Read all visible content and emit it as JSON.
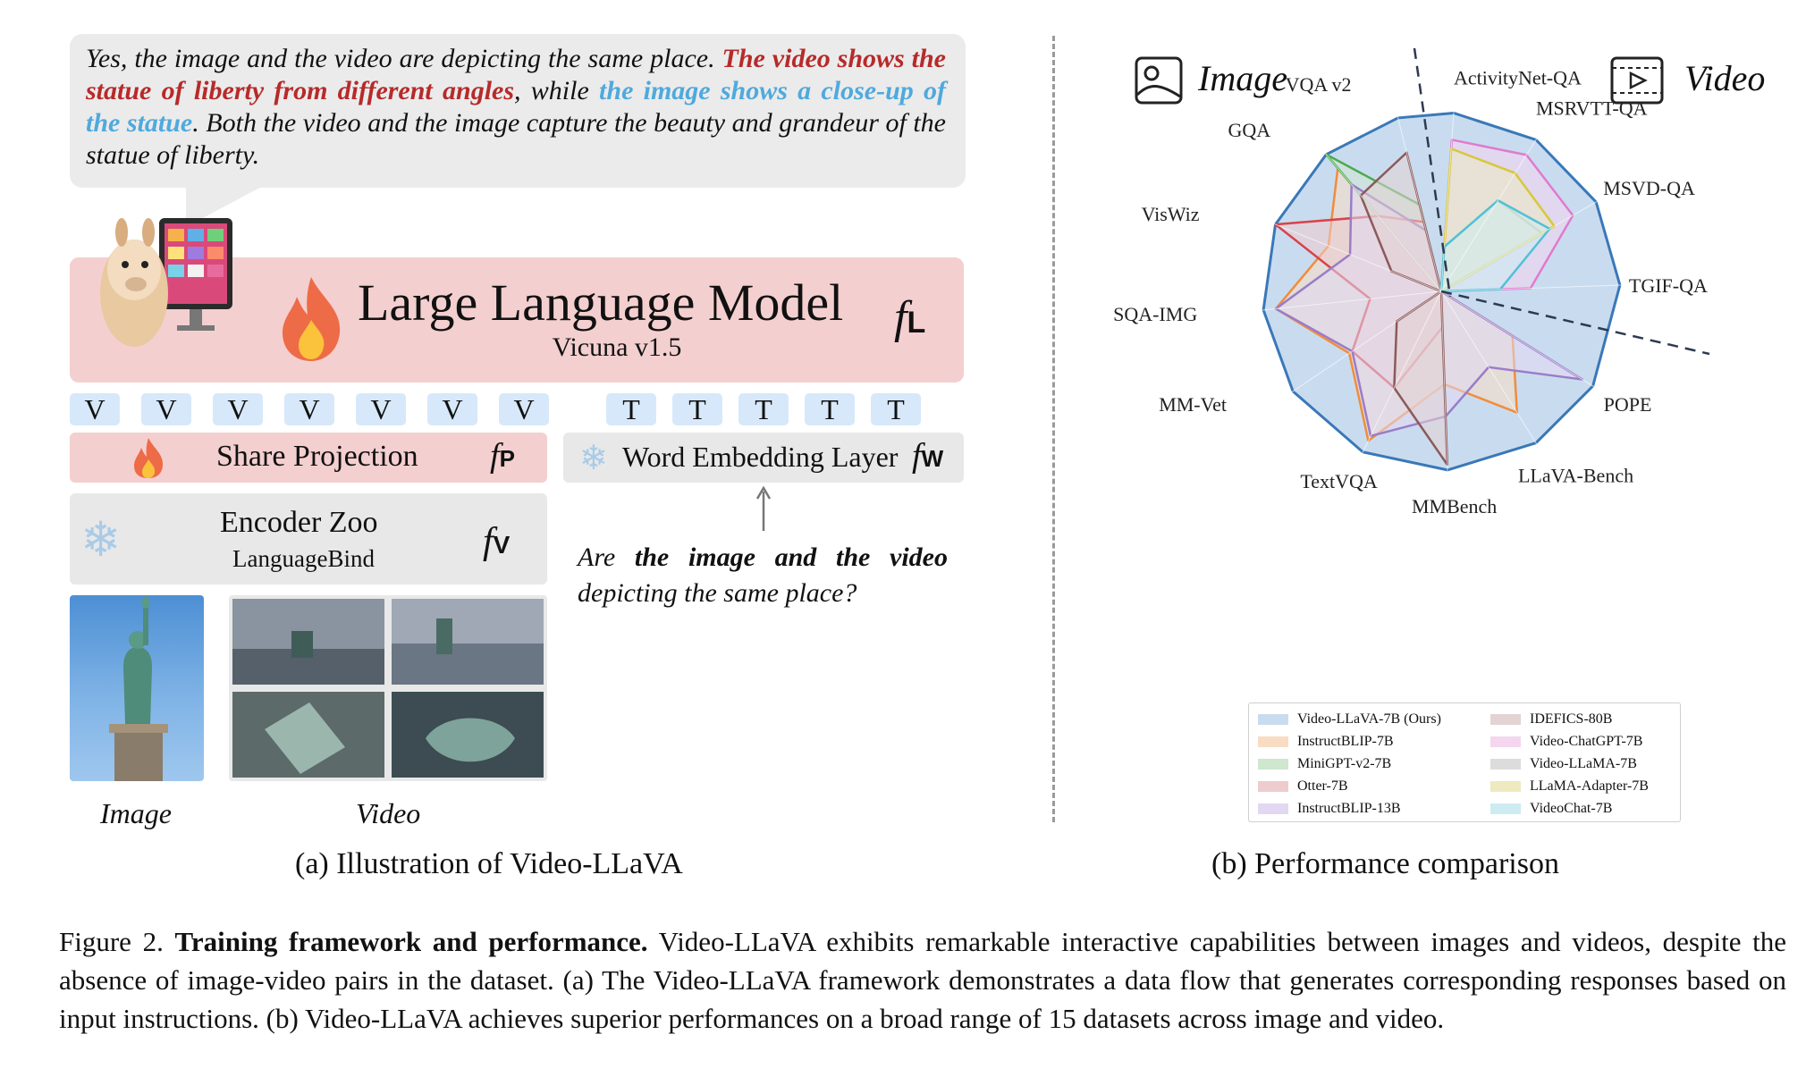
{
  "panel_a": {
    "bubble": {
      "part1": "Yes, the image and the video are depicting the same place. ",
      "part2_red": "The video shows the statue of liberty from different angles",
      "part3": ", while ",
      "part4_blue": "the image shows a close-up of the statue",
      "part5": ". Both the video and the image capture the beauty and grandeur of the statue of liberty."
    },
    "llm_title": "Large Language Model",
    "llm_subtitle": "Vicuna v1.5",
    "llm_symbol": "f",
    "llm_symbol_sub": "L",
    "v_tokens": [
      "V",
      "V",
      "V",
      "V",
      "V",
      "V",
      "V"
    ],
    "t_tokens": [
      "T",
      "T",
      "T",
      "T",
      "T"
    ],
    "share_projection": "Share Projection",
    "proj_symbol": "f",
    "proj_symbol_sub": "P",
    "word_embedding": "Word Embedding Layer",
    "wemb_symbol": "f",
    "wemb_symbol_sub": "W",
    "encoder_title": "Encoder Zoo",
    "encoder_sub": "LanguageBind",
    "enc_symbol": "f",
    "enc_symbol_sub": "V",
    "question_bold": "the image and the video",
    "question_pre": "Are ",
    "question_post": "depicting the same place?",
    "image_label": "Image",
    "video_label": "Video",
    "caption": "(a) Illustration of Video-LLaVA"
  },
  "panel_b": {
    "image_header": "Image",
    "video_header": "Video",
    "caption": "(b) Performance comparison"
  },
  "figure_caption": {
    "prefix": "Figure 2. ",
    "bold": "Training framework and performance.",
    "body": " Video-LLaVA exhibits remarkable interactive capabilities between images and videos, despite the absence of image-video pairs in the dataset. (a) The Video-LLaVA framework demonstrates a data flow that generates corresponding responses based on input instructions. (b) Video-LLaVA achieves superior performances on a broad range of 15 datasets across image and video."
  },
  "chart_data": {
    "type": "radar",
    "axes": [
      "ActivityNet-QA",
      "MSRVTT-QA",
      "MSVD-QA",
      "TGIF-QA",
      "POPE",
      "LLaVA-Bench",
      "MMBench",
      "TextVQA",
      "MM-Vet",
      "SQA-IMG",
      "VisWiz",
      "GQA",
      "VQA v2"
    ],
    "rmax": 1.0,
    "series": [
      {
        "name": "Video-LLaVA-7B (Ours)",
        "color": "#3a78b8",
        "fill": "#c9dcef",
        "values": [
          1,
          1,
          1,
          1,
          1,
          1,
          1,
          1,
          1,
          1,
          1,
          1,
          1
        ]
      },
      {
        "name": "InstructBLIP-7B",
        "color": "#f28c3a",
        "fill": "#f8dcc3",
        "values": [
          0,
          0,
          0,
          0,
          0.47,
          0.8,
          0.52,
          0.93,
          0.62,
          0.93,
          0.68,
          0.9,
          0
        ]
      },
      {
        "name": "MiniGPT-v2-7B",
        "color": "#4caa4c",
        "fill": "#cfe6cf",
        "values": [
          0,
          0,
          0,
          0,
          0,
          0,
          0,
          0,
          0,
          0,
          0,
          1.0,
          0.5
        ]
      },
      {
        "name": "Otter-7B",
        "color": "#d8434a",
        "fill": "#eeccce",
        "values": [
          0,
          0,
          0,
          0,
          0,
          0,
          0.2,
          0.6,
          0.6,
          0.4,
          1.0,
          0.55,
          0.4
        ]
      },
      {
        "name": "InstructBLIP-13B",
        "color": "#9a7cc8",
        "fill": "#e2d8f1",
        "values": [
          0,
          0,
          0,
          0,
          0.93,
          0.5,
          0.7,
          0.9,
          0.6,
          0.93,
          0.55,
          0.78,
          0.35
        ]
      },
      {
        "name": "IDEFICS-80B",
        "color": "#8b5a5a",
        "fill": "#e3d3d3",
        "values": [
          0,
          0,
          0,
          0,
          0,
          0,
          0.97,
          0.6,
          0.3,
          0,
          0.3,
          0.7,
          0.8
        ]
      },
      {
        "name": "Video-ChatGPT-7B",
        "color": "#e07ad0",
        "fill": "#f4d6ef",
        "values": [
          0.85,
          0.9,
          0.85,
          0.5,
          0,
          0,
          0,
          0,
          0,
          0,
          0,
          0,
          0
        ]
      },
      {
        "name": "Video-LLaMA-7B",
        "color": "#9a9a9a",
        "fill": "#dcdcdc",
        "values": [
          0.25,
          0.6,
          0.65,
          0,
          0,
          0,
          0,
          0,
          0,
          0,
          0,
          0,
          0
        ]
      },
      {
        "name": "LLaMA-Adapter-7B",
        "color": "#d6c83c",
        "fill": "#efe9bf",
        "values": [
          0.8,
          0.78,
          0.73,
          0,
          0,
          0,
          0,
          0,
          0,
          0,
          0,
          0,
          0
        ]
      },
      {
        "name": "VideoChat-7B",
        "color": "#4fc2d6",
        "fill": "#cdecf2",
        "values": [
          0.25,
          0.6,
          0.7,
          0.33,
          0,
          0,
          0,
          0,
          0,
          0,
          0,
          0,
          0
        ]
      }
    ],
    "grid": true,
    "legend": "bottom"
  }
}
